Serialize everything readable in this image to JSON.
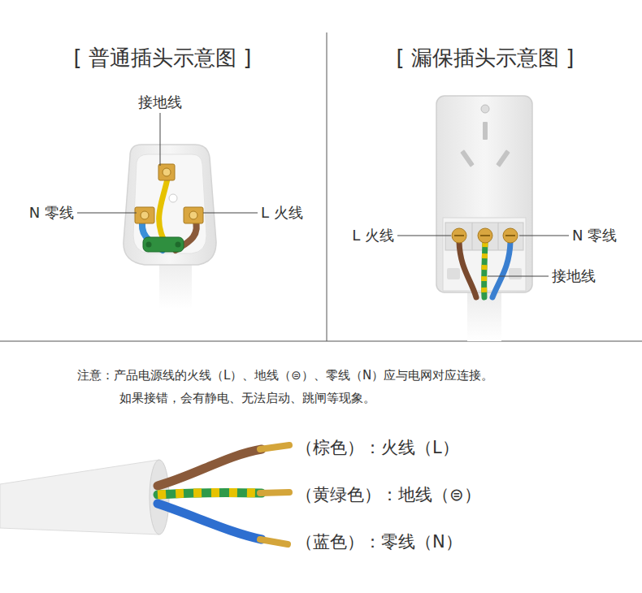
{
  "diagram": {
    "labels": [
      "[ 普通插头示意图 ]",
      "[ 漏保插头示意图 ]",
      "接地线",
      "N 零线",
      "L 火线",
      "L 火线",
      "N 零线",
      "接地线",
      "注意：产品电源线的火线（L）、地线（⊜）、零线（N）应与电网对应连接。",
      "如果接错，会有静电、无法启动、跳闸等现象。",
      "（棕色）：火线（L）",
      "（黄绿色）：地线（⊜）",
      "（蓝色）：零线（N）"
    ]
  }
}
